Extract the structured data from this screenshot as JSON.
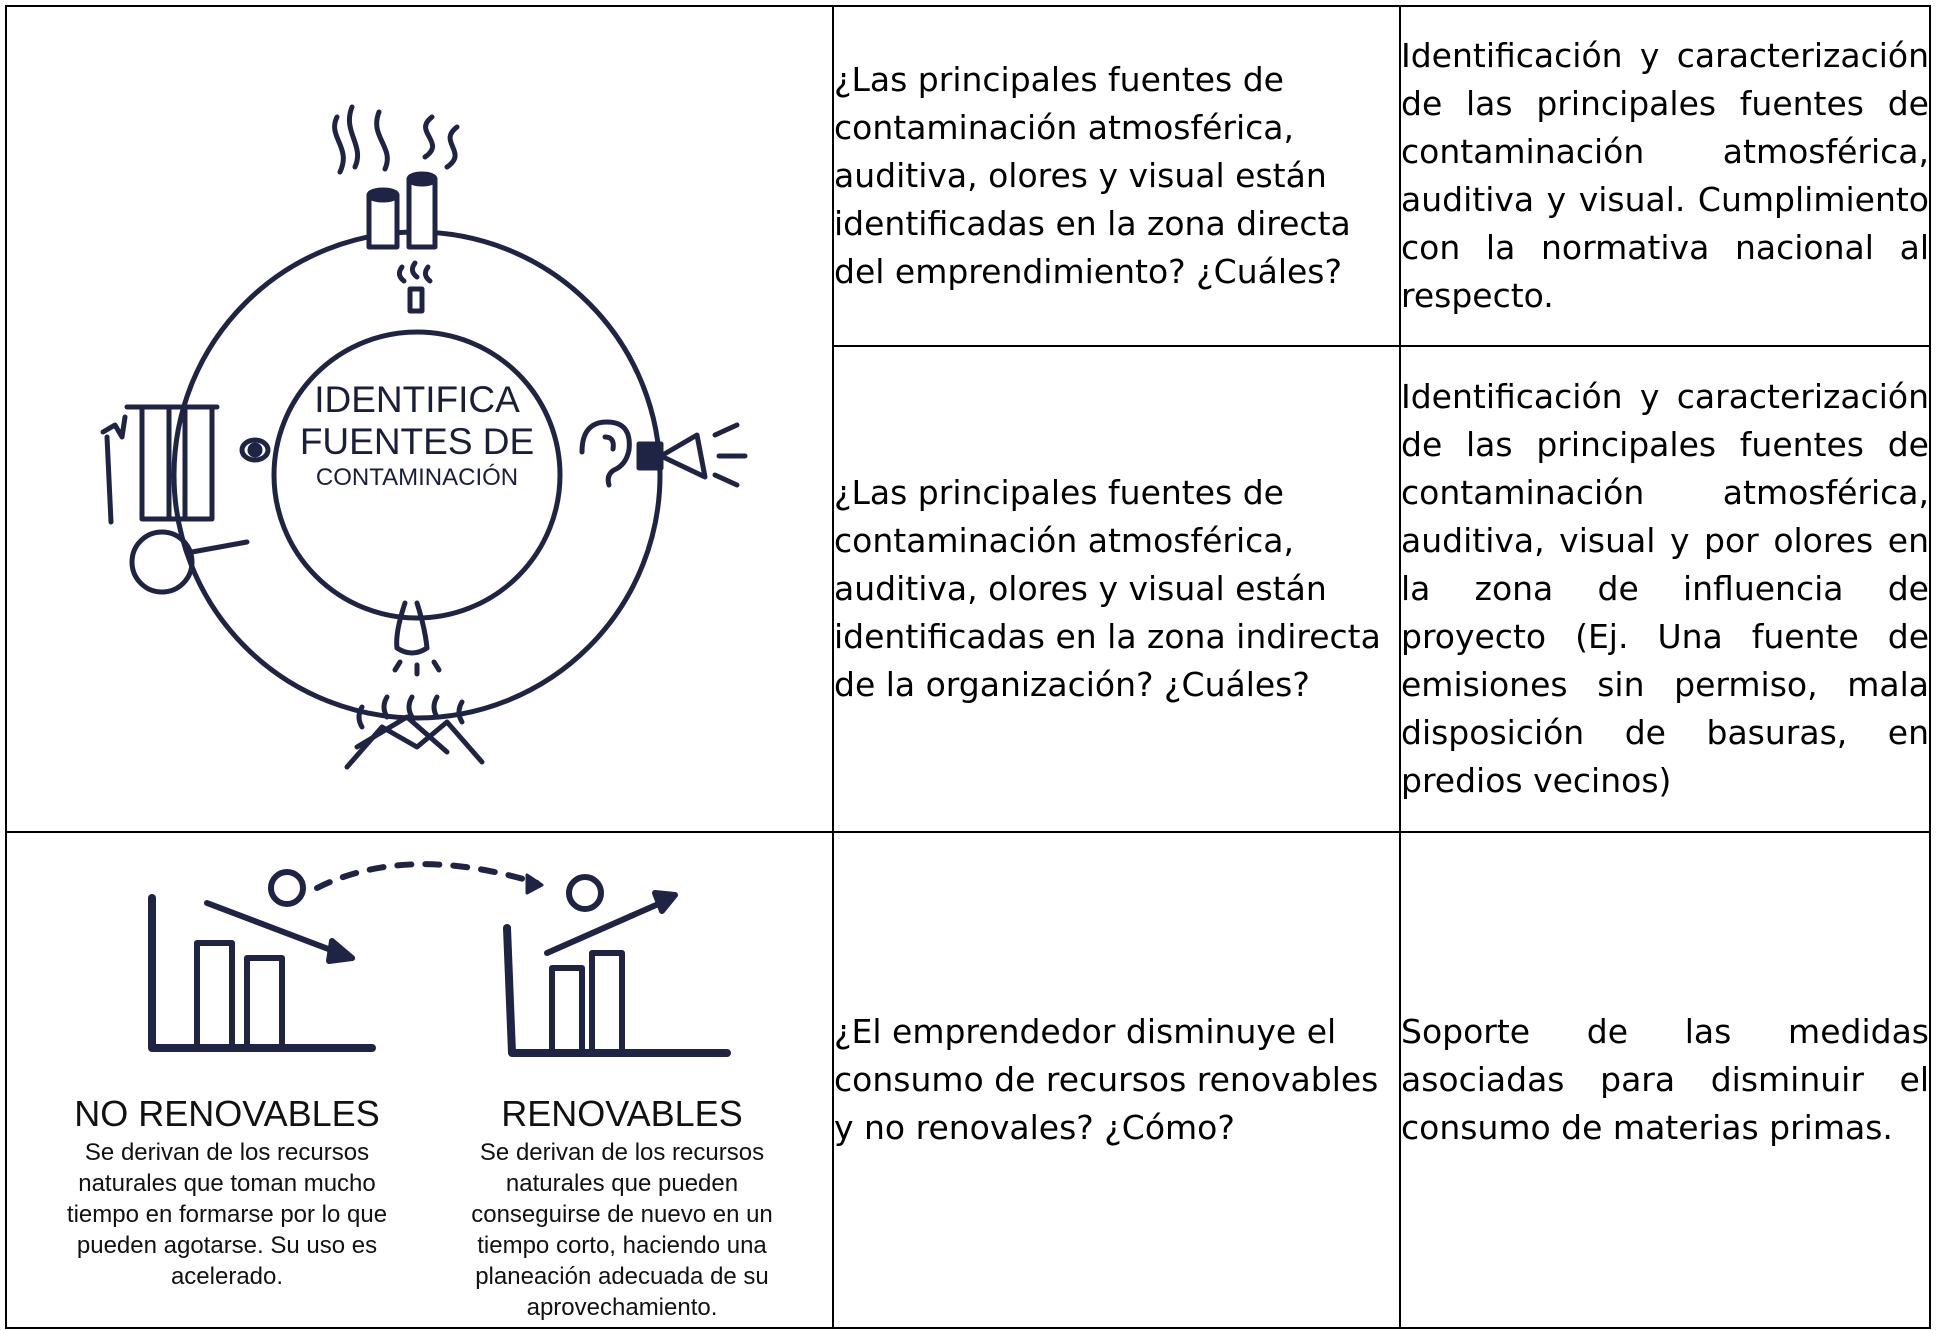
{
  "illustration_pollution": {
    "label_line1": "IDENTIFICA",
    "label_line2": "FUENTES DE",
    "label_line3": "CONTAMINACIÓN"
  },
  "illustration_resources": {
    "non_renewable_title": "NO RENOVABLES",
    "non_renewable_desc": "Se derivan de los recursos naturales que toman mucho tiempo en formarse por lo que pueden agotarse. Su uso es acelerado.",
    "renewable_title": "RENOVABLES",
    "renewable_desc": "Se derivan de los recursos naturales que pueden conseguirse de nuevo en un tiempo corto, haciendo una planeación adecuada de su aprovechamiento."
  },
  "rows": [
    {
      "question": "¿Las principales fuentes de contaminación atmosférica, auditiva, olores y visual están identificadas en la zona directa del emprendimiento? ¿Cuáles?",
      "answer": "Identificación y caracterización de las principales fuentes de contaminación atmosférica, auditiva y visual. Cumplimiento con la normativa nacional al respecto."
    },
    {
      "question": "¿Las principales fuentes de contaminación atmosférica, auditiva, olores y visual están identificadas en la zona indirecta de la organización? ¿Cuáles?",
      "answer": "Identificación y caracterización de las principales fuentes de contaminación atmosférica, auditiva, visual y por olores en la zona de influencia de proyecto (Ej. Una fuente de emisiones sin permiso, mala disposición de basuras, en predios vecinos)"
    },
    {
      "question": "¿El emprendedor disminuye el consumo de recursos renovables y no renovales? ¿Cómo?",
      "answer": "Soporte de las medidas asociadas para disminuir el consumo de materias primas."
    }
  ]
}
